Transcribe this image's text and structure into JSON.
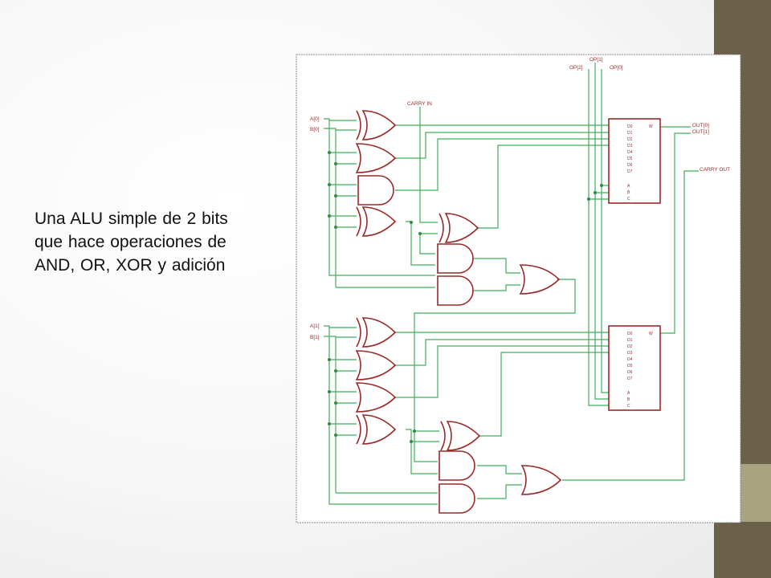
{
  "slide": {
    "caption_lines": [
      "Una ALU simple de 2 bits",
      "que hace operaciones  de",
      "AND, OR, XOR y adición"
    ]
  },
  "diagram": {
    "inputs": {
      "a0": "A[0]",
      "b0": "B[0]",
      "a1": "A[1]",
      "b1": "B[1]",
      "carry_in": "CARRY IN",
      "op2": "OP[2]",
      "op1": "OP[1]",
      "op0": "OP[0]"
    },
    "outputs": {
      "out0": "OUT[0]",
      "out1": "OUT[1]",
      "carry_out": "CARRY OUT"
    },
    "mux": {
      "inputs": [
        "D0",
        "D1",
        "D2",
        "D3",
        "D4",
        "D5",
        "D6",
        "D7"
      ],
      "selects": [
        "A",
        "B",
        "C"
      ],
      "output": "W"
    }
  },
  "colors": {
    "gate": "#9b2a2a",
    "wire": "#3fae5a",
    "accent_dark": "#6b614a",
    "accent_light": "#a8a482"
  }
}
